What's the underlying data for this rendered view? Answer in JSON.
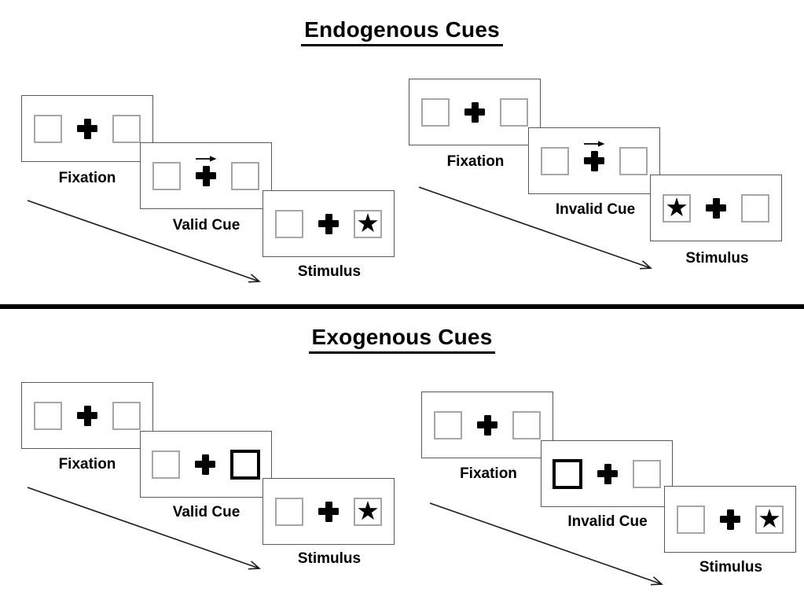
{
  "sections": [
    {
      "title": "Endogenous Cues",
      "cue_style": "central-arrow",
      "sequences": [
        {
          "type": "valid",
          "cue_direction": "right",
          "stimulus_side": "right",
          "steps": [
            {
              "label": "Fixation"
            },
            {
              "label": "Valid Cue"
            },
            {
              "label": "Stimulus"
            }
          ]
        },
        {
          "type": "invalid",
          "cue_direction": "right",
          "stimulus_side": "left",
          "steps": [
            {
              "label": "Fixation"
            },
            {
              "label": "Invalid Cue"
            },
            {
              "label": "Stimulus"
            }
          ]
        }
      ]
    },
    {
      "title": "Exogenous Cues",
      "cue_style": "peripheral-box-highlight",
      "sequences": [
        {
          "type": "valid",
          "cue_side": "right",
          "stimulus_side": "right",
          "steps": [
            {
              "label": "Fixation"
            },
            {
              "label": "Valid Cue"
            },
            {
              "label": "Stimulus"
            }
          ]
        },
        {
          "type": "invalid",
          "cue_side": "left",
          "stimulus_side": "right",
          "steps": [
            {
              "label": "Fixation"
            },
            {
              "label": "Invalid Cue"
            },
            {
              "label": "Stimulus"
            }
          ]
        }
      ]
    }
  ],
  "icons": {
    "star": "★",
    "fixation_cross": "plus-cross",
    "cue_arrow": "right-arrow"
  },
  "colors": {
    "ink": "#000000",
    "panel_border": "#595959",
    "box_border": "#a6a6a6",
    "background": "#ffffff"
  }
}
